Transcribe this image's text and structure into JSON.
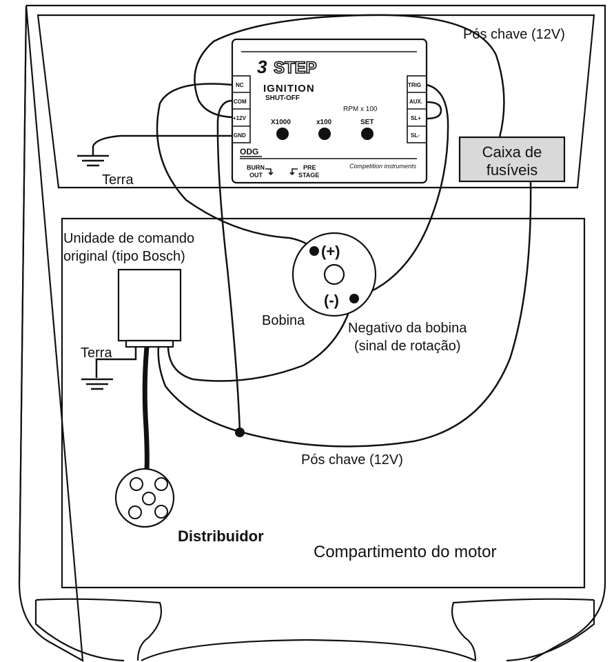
{
  "module": {
    "brand_number": "3",
    "brand_word": "STEP",
    "subtitle_1": "IGNITION",
    "subtitle_2": "SHUT-OFF",
    "rpm_label": "RPM x 100",
    "buttons": [
      "X1000",
      "x100",
      "SET"
    ],
    "left_terminals": [
      "NC",
      "COM",
      "+12V",
      "GND"
    ],
    "right_terminals": [
      "TRIG",
      "AUX.",
      "SL+",
      "SL-"
    ],
    "maker": "ODG",
    "burn_out_1": "BURN",
    "burn_out_2": "OUT",
    "pre_stage_1": "PRE",
    "pre_stage_2": "STAGE",
    "tagline": "Competition instruments"
  },
  "labels": {
    "pos_chave_top": "Pós chave (12V)",
    "terra_top": "Terra",
    "fuse_box_1": "Caixa de",
    "fuse_box_2": "fusíveis",
    "ecu_1": "Unidade de comando",
    "ecu_2": "original (tipo Bosch)",
    "coil_plus": "(+)",
    "coil_minus": "(-)",
    "bobina": "Bobina",
    "neg_bobina_1": "Negativo da bobina",
    "neg_bobina_2": "(sinal de rotação)",
    "terra_bottom": "Terra",
    "pos_chave_bottom": "Pós chave (12V)",
    "distribuidor": "Distribuidor",
    "compartimento": "Compartimento do motor"
  }
}
